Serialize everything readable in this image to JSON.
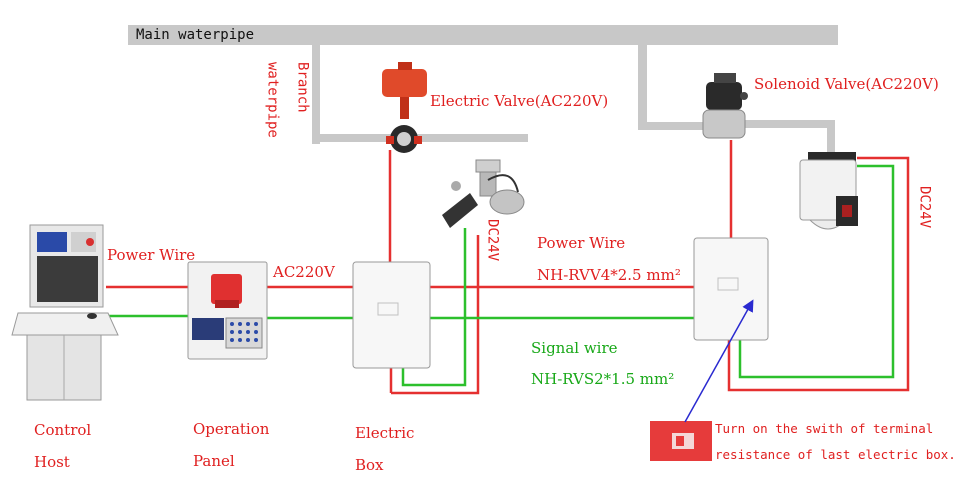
{
  "pipes": {
    "main": "Main waterpipe",
    "branch_line1": "Branch",
    "branch_line2": "waterpipe"
  },
  "valves": {
    "electric": "Electric Valve(AC220V)",
    "solenoid": "Solenoid Valve(AC220V)"
  },
  "voltages": {
    "dc24v_left": "DC24V",
    "dc24v_right": "DC24V",
    "ac220v": "AC220V"
  },
  "wires": {
    "power_wire_left": "Power Wire",
    "power_wire_right": "Power Wire",
    "power_spec": "NH-RVV4*2.5 mm²",
    "signal_wire": "Signal wire",
    "signal_spec": "NH-RVS2*1.5 mm²"
  },
  "devices": {
    "control_host_line1": "Control",
    "control_host_line2": "Host",
    "operation_panel_line1": "Operation",
    "operation_panel_line2": "Panel",
    "electric_box_line1": "Electric",
    "electric_box_line2": "Box"
  },
  "note": {
    "line1": "Turn on the swith of terminal",
    "line2": "resistance of last electric box."
  },
  "colors": {
    "pipe": "#c8c8c8",
    "power": "#e53030",
    "signal": "#2cc02c",
    "label_red": "#e02020",
    "label_green": "#18a818"
  }
}
